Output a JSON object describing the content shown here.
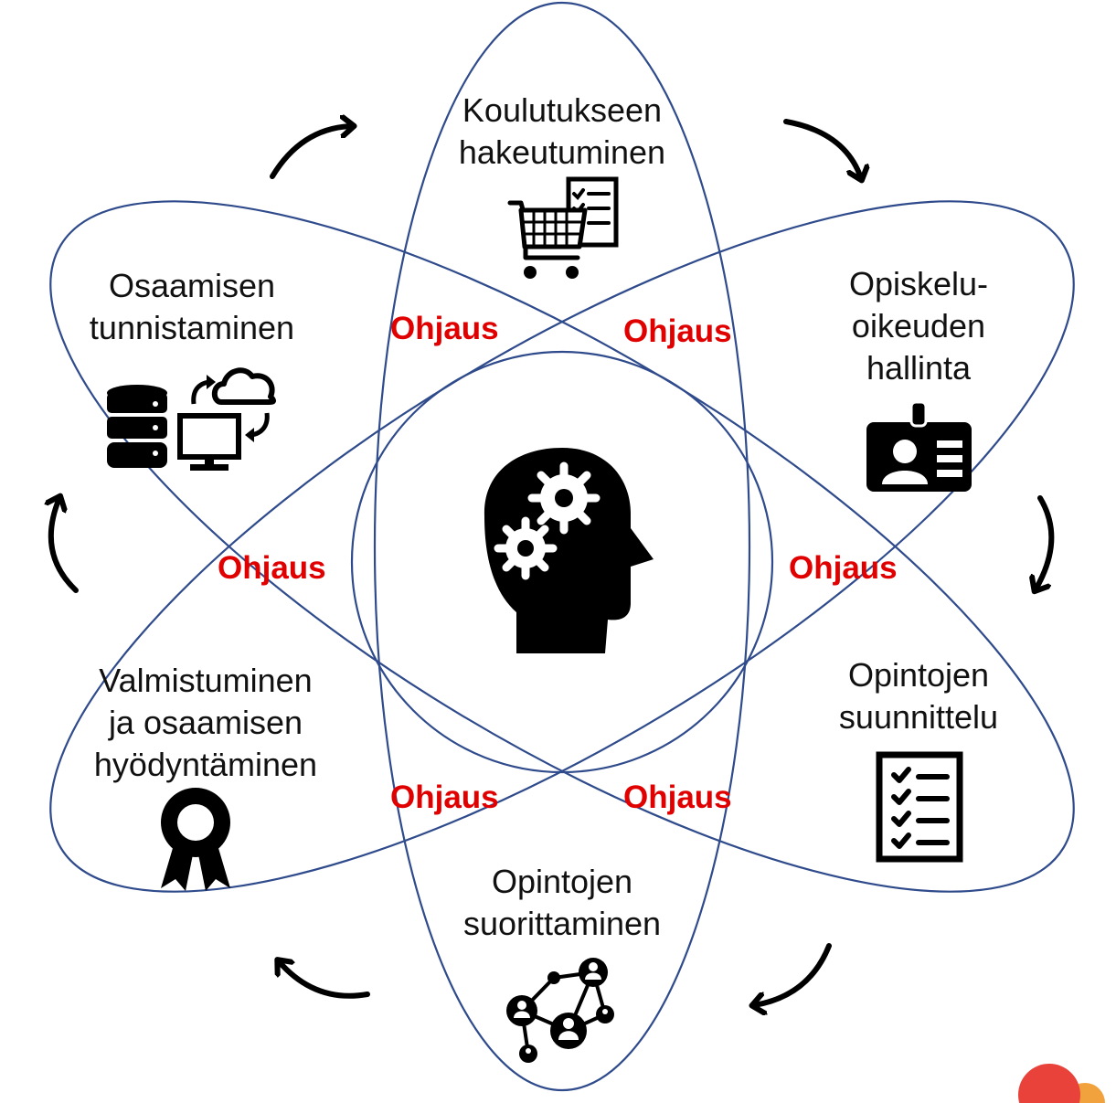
{
  "center": {
    "icon": "head-gears-icon"
  },
  "stages": [
    {
      "id": "koulutukseen",
      "lines": [
        "Koulutukseen",
        "hakeutuminen"
      ],
      "icon": "shopping-cart-checklist-icon"
    },
    {
      "id": "opiskeluoikeus",
      "lines": [
        "Opiskelu-",
        "oikeuden",
        "hallinta"
      ],
      "icon": "id-badge-icon"
    },
    {
      "id": "suunnittelu",
      "lines": [
        "Opintojen",
        "suunnittelu"
      ],
      "icon": "checklist-icon"
    },
    {
      "id": "suorittaminen",
      "lines": [
        "Opintojen",
        "suorittaminen"
      ],
      "icon": "people-network-icon"
    },
    {
      "id": "valmistuminen",
      "lines": [
        "Valmistuminen",
        "ja osaamisen",
        "hyödyntäminen"
      ],
      "icon": "award-ribbon-icon"
    },
    {
      "id": "tunnistaminen",
      "lines": [
        "Osaamisen",
        "tunnistaminen"
      ],
      "icon": "database-cloud-sync-icon"
    }
  ],
  "guidance": [
    "Ohjaus",
    "Ohjaus",
    "Ohjaus",
    "Ohjaus",
    "Ohjaus",
    "Ohjaus"
  ],
  "colors": {
    "outline": "#2f4b8c",
    "guidance_text": "#e00000",
    "icon": "#000000"
  }
}
